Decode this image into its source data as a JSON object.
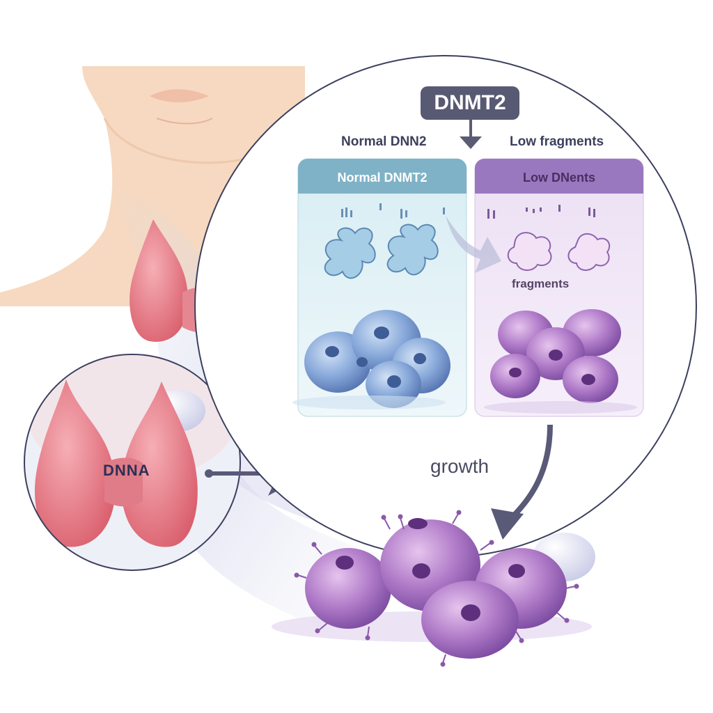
{
  "labels": {
    "title": "DNMT2",
    "normal_top": "Normal DNN2",
    "low_top": "Low fragments",
    "panel_left": "Normal DNMT2",
    "panel_right": "Low DNents",
    "fragments": "fragments",
    "growth": "growth",
    "thyroid_dna": "DNNA"
  },
  "colors": {
    "skin": "#f6d9c0",
    "thyroid": "#e0717d",
    "normal_cells": "#7da1d6",
    "tumor_cells": "#a876bf",
    "panel_left_header": "#7fb2c6",
    "panel_right_header": "#9a78bf",
    "label_box": "#585a73"
  },
  "icons": [
    "arrow-right-icon",
    "arrow-down-icon",
    "curved-arrow-icon"
  ]
}
